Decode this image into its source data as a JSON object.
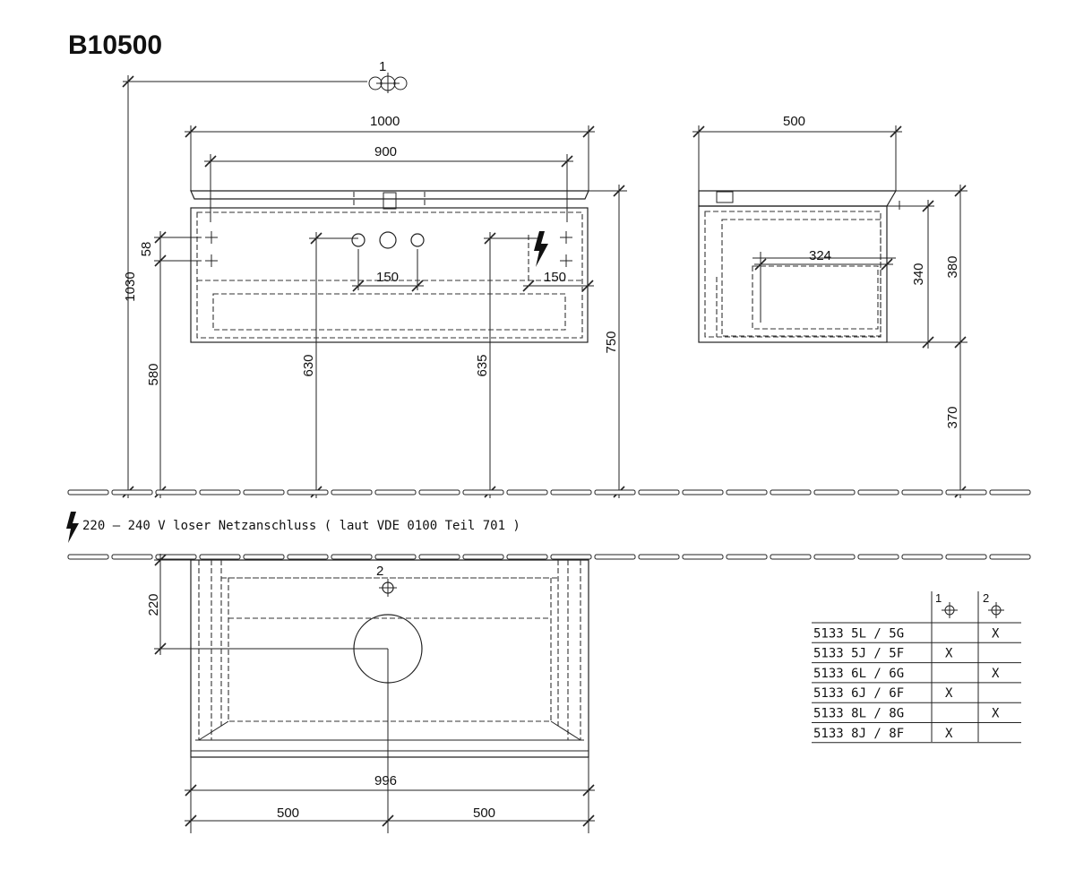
{
  "title": "B10500",
  "front_view": {
    "width_outer": "1000",
    "width_inner": "900",
    "dim_58": "58",
    "dim_150_left": "150",
    "dim_150_right": "150",
    "height_total": "1030",
    "height_580": "580",
    "height_630": "630",
    "height_635": "635",
    "height_750": "750",
    "callout_1": "1"
  },
  "side_view": {
    "depth": "500",
    "inner_depth": "324",
    "height_340": "340",
    "height_380": "380",
    "height_370": "370"
  },
  "electrical_note": "220 – 240 V loser Netzanschluss ( laut VDE 0100 Teil 701 )",
  "plan_view": {
    "depth_220": "220",
    "callout_2": "2",
    "width_996": "996",
    "half_left": "500",
    "half_right": "500"
  },
  "table": {
    "col_headers": [
      "1",
      "2"
    ],
    "rows": [
      {
        "code": "5133 5L / 5G",
        "c1": "",
        "c2": "X"
      },
      {
        "code": "5133 5J / 5F",
        "c1": "X",
        "c2": ""
      },
      {
        "code": "5133 6L / 6G",
        "c1": "",
        "c2": "X"
      },
      {
        "code": "5133 6J / 6F",
        "c1": "X",
        "c2": ""
      },
      {
        "code": "5133 8L / 8G",
        "c1": "",
        "c2": "X"
      },
      {
        "code": "5133 8J / 8F",
        "c1": "X",
        "c2": ""
      }
    ]
  },
  "icons": {
    "lightning": "lightning-icon",
    "tap_hole": "tap-hole-icon"
  }
}
